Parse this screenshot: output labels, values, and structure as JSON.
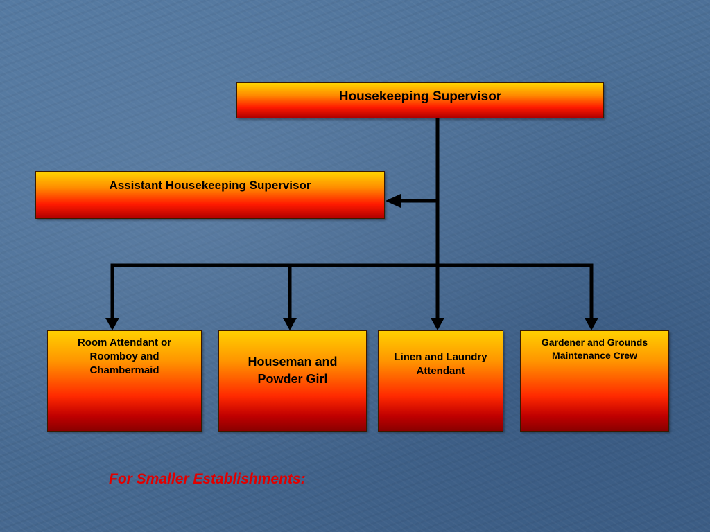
{
  "diagram": {
    "root": "Housekeeping Supervisor",
    "assistant": "Assistant Housekeeping Supervisor",
    "staff": [
      "Room Attendant or\nRoomboy and\nChambermaid",
      "Houseman and\nPowder Girl",
      "Linen and Laundry\nAttendant",
      "Gardener and Grounds\nMaintenance Crew"
    ]
  },
  "footnote": "For Smaller Establishments:",
  "colors": {
    "background": "#4a6e96",
    "box_top": "#ffd400",
    "box_bottom": "#b00000",
    "connector": "#000000",
    "footnote": "#e00000"
  }
}
